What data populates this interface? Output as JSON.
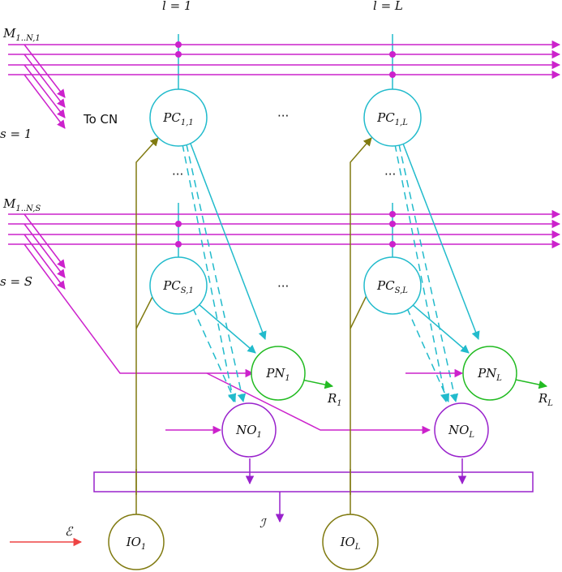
{
  "colors": {
    "mossy": "#cc22cc",
    "purkinje": "#22bbcc",
    "climbing": "#807a10",
    "pn": "#22bb22",
    "no": "#9922cc",
    "error": "#ee4444",
    "text": "#111111"
  },
  "column_labels": {
    "first": "l = 1",
    "last": "l = L"
  },
  "mossy_labels": {
    "first_main": "M",
    "first_sub": "1..N,1",
    "last_main": "M",
    "last_sub": "1..N,S"
  },
  "stage_labels": {
    "first": "s = 1",
    "last": "s = S"
  },
  "to_cn": "To CN",
  "ellipsis": "···",
  "ellipsis_vertical": "⋮",
  "nodes": {
    "pc11": {
      "main": "PC",
      "sub": "1,1"
    },
    "pc1L": {
      "main": "PC",
      "sub": "1,L"
    },
    "pcS1": {
      "main": "PC",
      "sub": "S,1"
    },
    "pcSL": {
      "main": "PC",
      "sub": "S,L"
    },
    "pn1": {
      "main": "PN",
      "sub": "1"
    },
    "pnL": {
      "main": "PN",
      "sub": "L"
    },
    "no1": {
      "main": "NO",
      "sub": "1"
    },
    "noL": {
      "main": "NO",
      "sub": "L"
    },
    "io1": {
      "main": "IO",
      "sub": "1"
    },
    "ioL": {
      "main": "IO",
      "sub": "L"
    }
  },
  "outputs": {
    "r1_main": "R",
    "r1_sub": "1",
    "rL_main": "R",
    "rL_sub": "L"
  },
  "error_label": "ℰ",
  "io_bus_label": "ℐ"
}
